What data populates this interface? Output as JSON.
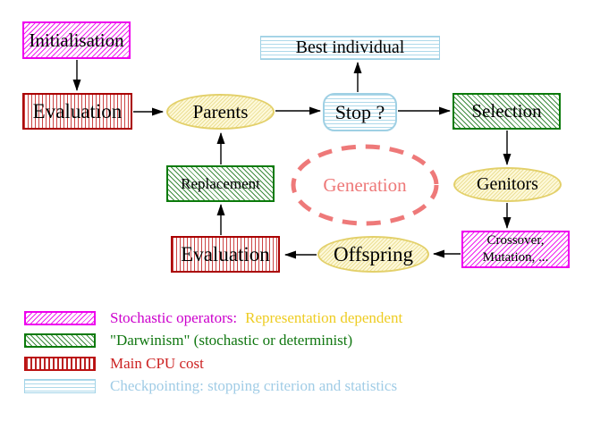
{
  "nodes": {
    "initialisation": {
      "label": "Initialisation"
    },
    "evaluation_top": {
      "label": "Evaluation"
    },
    "parents": {
      "label": "Parents"
    },
    "stop": {
      "label": "Stop ?"
    },
    "best_individual": {
      "label": "Best individual"
    },
    "selection": {
      "label": "Selection"
    },
    "genitors": {
      "label": "Genitors"
    },
    "crossover_mutation": {
      "lines": [
        "Crossover,",
        "Mutation, ..."
      ]
    },
    "offspring": {
      "label": "Offspring"
    },
    "evaluation_bottom": {
      "label": "Evaluation"
    },
    "replacement": {
      "label": "Replacement"
    },
    "generation": {
      "label": "Generation"
    }
  },
  "legend": {
    "items": [
      {
        "swatch": "magenta-diagonal-hatch",
        "label": "Stochastic operators:",
        "label2": "Representation dependent"
      },
      {
        "swatch": "green-diagonal-hatch",
        "label": "\"Darwinism\" (stochastic or determinist)"
      },
      {
        "swatch": "red-vertical-hatch",
        "label": "Main CPU cost"
      },
      {
        "swatch": "cyan-horizontal-hatch",
        "label": "Checkpointing: stopping criterion and statistics"
      }
    ]
  },
  "colors": {
    "stochastic_magenta": "#ee00ee",
    "cpu_red": "#aa0000",
    "darwinism_green": "#0a7a0a",
    "checkpoint_cyan": "#a3d4e8",
    "population_yellow": "#e3d06a",
    "generation_salmon": "#ee7979",
    "legend_magenta_text": "#cc00cc",
    "legend_yellow_text": "#eecc22",
    "legend_green_text": "#117711",
    "legend_red_text": "#cc2222",
    "legend_cyan_text": "#a0cce6"
  }
}
